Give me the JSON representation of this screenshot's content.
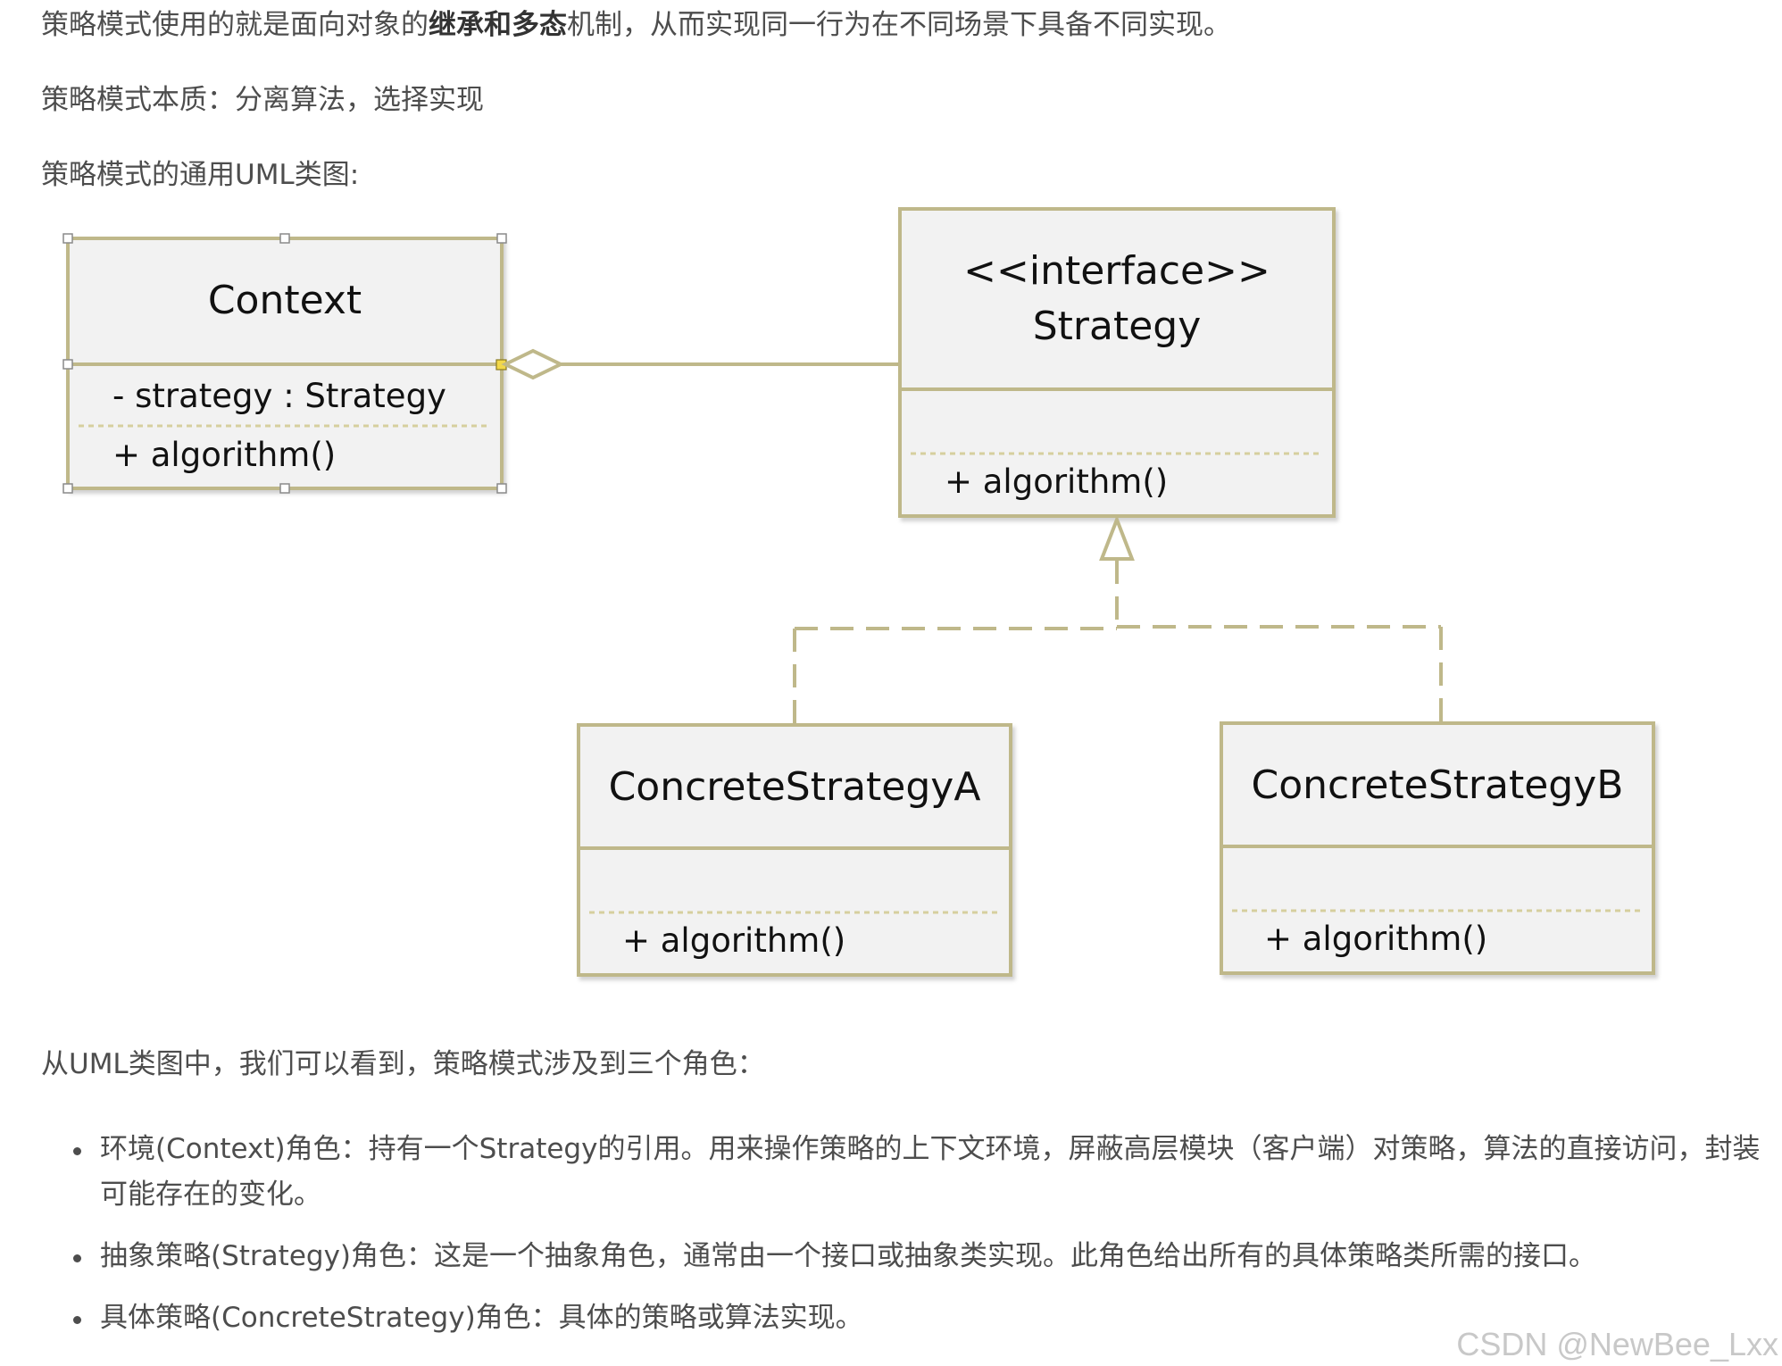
{
  "intro": {
    "line1_pre": "策略模式使用的就是面向对象的",
    "line1_bold": "继承和多态",
    "line1_post": "机制，从而实现同一行为在不同场景下具备不同实现。",
    "line2": "策略模式本质：分离算法，选择实现",
    "line3": "策略模式的通用UML类图:"
  },
  "diagram": {
    "context": {
      "title": "Context",
      "field": "- strategy : Strategy",
      "method": "+ algorithm()"
    },
    "strategy": {
      "stereotype": "<<interface>>",
      "title": "Strategy",
      "method": "+ algorithm()"
    },
    "concrete_a": {
      "title": "ConcreteStrategyA",
      "method": "+ algorithm()"
    },
    "concrete_b": {
      "title": "ConcreteStrategyB",
      "method": "+ algorithm()"
    },
    "colors": {
      "box_border": "#bfb88a",
      "box_fill": "#f2f2f2",
      "connector": "#bfb88a"
    }
  },
  "roles_intro": "从UML类图中，我们可以看到，策略模式涉及到三个角色：",
  "roles": [
    "环境(Context)角色：持有一个Strategy的引用。用来操作策略的上下文环境，屏蔽高层模块（客户端）对策略，算法的直接访问，封装可能存在的变化。",
    "抽象策略(Strategy)角色：这是一个抽象角色，通常由一个接口或抽象类实现。此角色给出所有的具体策略类所需的接口。",
    "具体策略(ConcreteStrategy)角色：具体的策略或算法实现。"
  ],
  "watermark": "CSDN @NewBee_Lxx"
}
